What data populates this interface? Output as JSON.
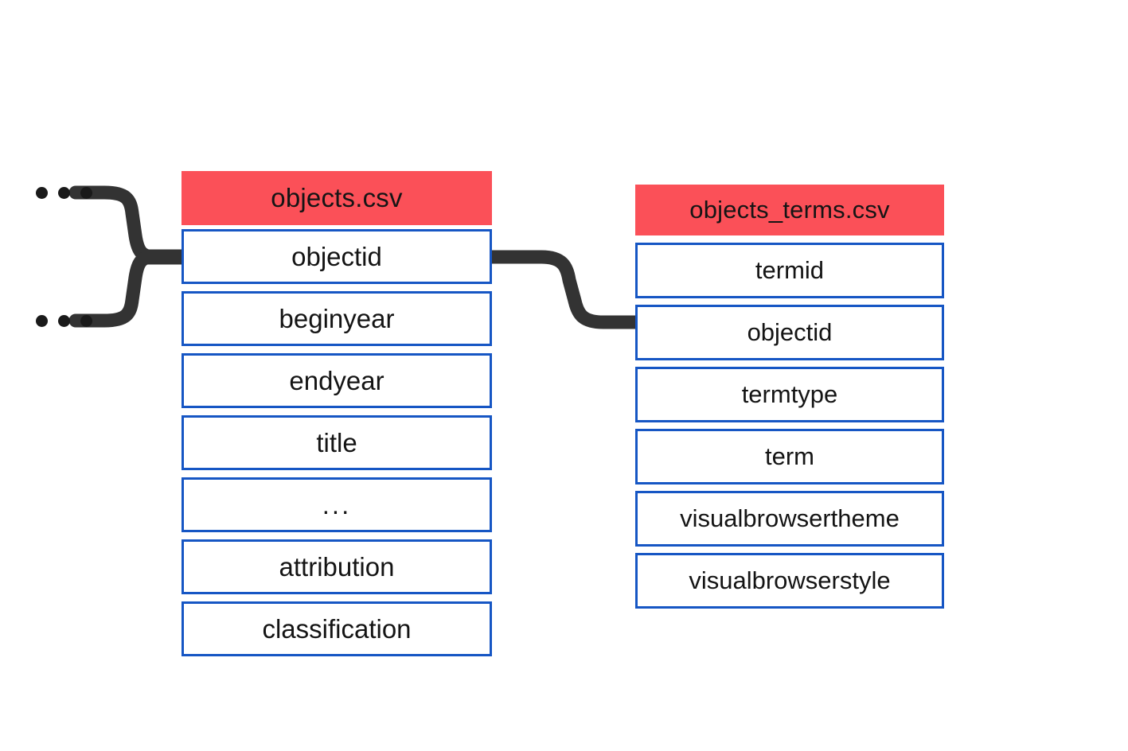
{
  "diagram": {
    "title": "CSV data model relationship diagram",
    "background_color": "#ffffff",
    "header_color": "#fb5058",
    "field_border_color": "#1656c4",
    "connector_color": "#333333",
    "dot_color": "#1a1a1a"
  },
  "entities": [
    {
      "id": "objects",
      "header": "objects.csv",
      "fields": [
        "objectid",
        "beginyear",
        "endyear",
        "title",
        "...",
        "attribution",
        "classification"
      ]
    },
    {
      "id": "objects_terms",
      "header": "objects_terms.csv",
      "fields": [
        "termid",
        "objectid",
        "termtype",
        "term",
        "visualbrowsertheme",
        "visualbrowserstyle"
      ]
    }
  ],
  "ellipsis_groups": [
    {
      "id": "upper",
      "dots": 3
    },
    {
      "id": "lower",
      "dots": 3
    }
  ],
  "connectors": [
    {
      "id": "incoming-merge",
      "from": "ellipsis-upper-and-lower",
      "to": "objects.objectid",
      "style": "forked-merge"
    },
    {
      "id": "objects-to-objects-terms",
      "from": "objects.objectid",
      "to": "objects_terms.objectid",
      "style": "s-curve"
    }
  ]
}
